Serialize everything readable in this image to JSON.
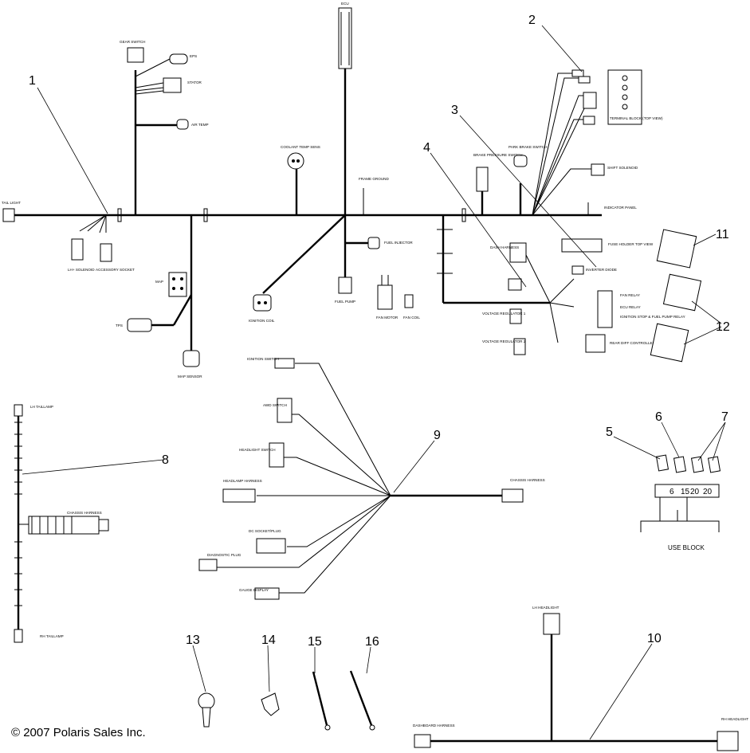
{
  "copyright": "© 2007 Polaris Sales Inc.",
  "callouts": [
    "1",
    "2",
    "3",
    "4",
    "5",
    "6",
    "7",
    "8",
    "9",
    "10",
    "11",
    "12",
    "13",
    "14",
    "15",
    "16"
  ],
  "labels": {
    "ecu": "ECU",
    "gear_switch": "GEAR SWITCH",
    "eps": "EPS",
    "stator": "STATOR",
    "air_temp": "AIR TEMP",
    "coolant_temp": "COOLANT TEMP SENS",
    "frame_ground": "FRAME GROUND",
    "fuel_injector": "FUEL INJECTOR",
    "fuel_pump": "FUEL PUMP",
    "ignition_coil": "IGNITION COIL",
    "fan_motor": "FAN MOTOR",
    "fan_coil": "FAN COIL",
    "tail_light": "TAIL LIGHT",
    "lh_solenoid": "LH+ SOLENOID",
    "accessory_socket": "ACCESSORY SOCKET",
    "map": "MAP",
    "tps": "TPS",
    "map_sensor": "MAP SENSOR",
    "brake_pressure_switch": "BRAKE PRESSURE SWITCH",
    "park_brake_switch": "PARK BRAKE SWITCH",
    "terminal_block": "TERMINAL BLOCK (TOP VIEW)",
    "shift_solenoid": "SHIFT SOLENOID",
    "indicator_panel": "INDICATOR PANEL",
    "fuse_holder": "FUSE HOLDER TOP VIEW",
    "inverter_diode": "INVERTER DIODE",
    "dash_harness": "DASH HARNESS",
    "voltage_reg_1": "VOLTAGE REGULATOR 1",
    "voltage_reg_2": "VOLTAGE REGULATOR 2",
    "rear_diff": "REAR DIFF CONTROLLER",
    "fan_relay": "FAN RELAY",
    "ecu_relay": "ECU RELAY",
    "ignition_relay": "IGNITION STOP & FUEL PUMP RELAY",
    "lh_taillamp": "LH TAILLAMP",
    "rh_taillamp": "RH TAILLAMP",
    "chassis_harness": "CHASSIS HARNESS",
    "ignition_switch": "IGNITION SWITCH",
    "awd_switch": "AWD SWITCH",
    "headlight_switch": "HEADLIGHT SWITCH",
    "headlamp_harness": "HEADLAMP HARNESS",
    "dc_socket": "DC SOCKET/PLUG",
    "diagnostic_plug": "DIAGNOSTIC PLUG",
    "gauge_display": "GAUGE DISPLAY",
    "chassis_harness_right": "CHASSIS HARNESS",
    "fuse_block": "USE BLOCK",
    "fuse_values": [
      "6",
      "15",
      "20",
      "20"
    ],
    "lh_headlight": "LH HEADLIGHT",
    "rh_headlight": "RH HEADLIGHT",
    "dashboard_harness": "DASHBOARD HARNESS"
  }
}
